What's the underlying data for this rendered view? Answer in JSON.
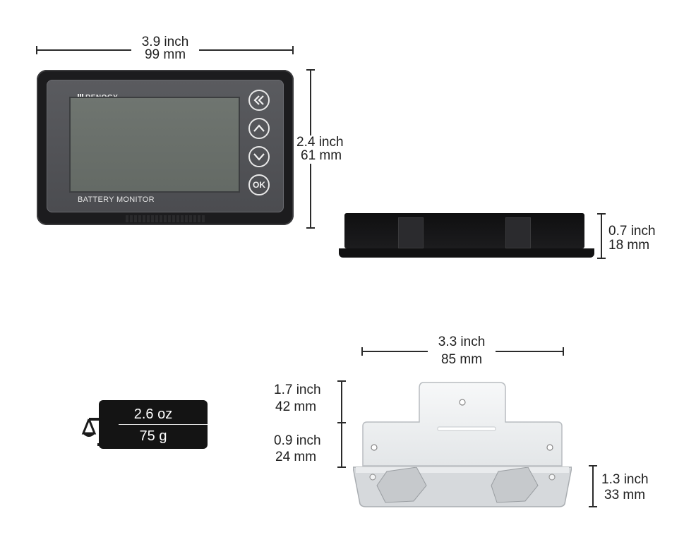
{
  "front": {
    "width_inch": "3.9 inch",
    "width_mm": "99 mm",
    "height_inch": "2.4 inch",
    "height_mm": "61 mm",
    "brand": "RENOGY",
    "model_label": "BATTERY MONITOR",
    "buttons": [
      {
        "name": "back-button",
        "icon": "double-chevron-left-icon"
      },
      {
        "name": "up-button",
        "icon": "chevron-up-icon"
      },
      {
        "name": "down-button",
        "icon": "chevron-down-icon"
      },
      {
        "name": "ok-button",
        "label": "OK"
      }
    ]
  },
  "side": {
    "depth_inch": "0.7 inch",
    "depth_mm": "18 mm"
  },
  "weight": {
    "icon": "scale-icon",
    "oz": "2.6 oz",
    "g": "75 g"
  },
  "bracket": {
    "width_inch": "3.3 inch",
    "width_mm": "85 mm",
    "upper_height_inch": "1.7 inch",
    "upper_height_mm": "42 mm",
    "lower_height_inch": "0.9 inch",
    "lower_height_mm": "24 mm",
    "depth_inch": "1.3 inch",
    "depth_mm": "33 mm"
  }
}
